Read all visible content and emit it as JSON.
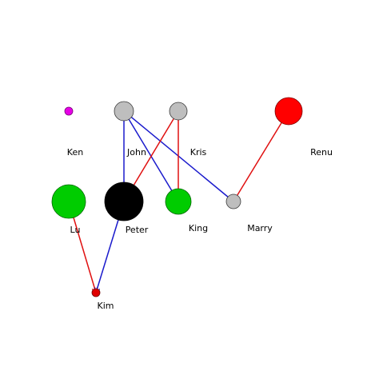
{
  "diagram": {
    "nodes": [
      {
        "id": "ken",
        "label": "Ken",
        "color": "#e600e6",
        "stroke": "#7a007a"
      },
      {
        "id": "john",
        "label": "John",
        "color": "#bebebe",
        "stroke": "#3a3a3a"
      },
      {
        "id": "kris",
        "label": "Kris",
        "color": "#bebebe",
        "stroke": "#3a3a3a"
      },
      {
        "id": "renu",
        "label": "Renu",
        "color": "#ff0000",
        "stroke": "#7a0000"
      },
      {
        "id": "lu",
        "label": "Lu",
        "color": "#00cc00",
        "stroke": "#006600"
      },
      {
        "id": "peter",
        "label": "Peter",
        "color": "#000000",
        "stroke": "#000000"
      },
      {
        "id": "king",
        "label": "King",
        "color": "#00cc00",
        "stroke": "#006600"
      },
      {
        "id": "marry",
        "label": "Marry",
        "color": "#bebebe",
        "stroke": "#3a3a3a"
      },
      {
        "id": "kim",
        "label": "Kim",
        "color": "#e00000",
        "stroke": "#700000"
      }
    ],
    "edges": [
      {
        "from": "john",
        "to": "peter",
        "color": "#1a1acc"
      },
      {
        "from": "john",
        "to": "king",
        "color": "#1a1acc"
      },
      {
        "from": "john",
        "to": "marry",
        "color": "#1a1acc"
      },
      {
        "from": "kris",
        "to": "peter",
        "color": "#e01010"
      },
      {
        "from": "kris",
        "to": "king",
        "color": "#e01010"
      },
      {
        "from": "renu",
        "to": "marry",
        "color": "#e01010"
      },
      {
        "from": "lu",
        "to": "kim",
        "color": "#e01010"
      },
      {
        "from": "peter",
        "to": "kim",
        "color": "#1a1acc"
      }
    ]
  }
}
